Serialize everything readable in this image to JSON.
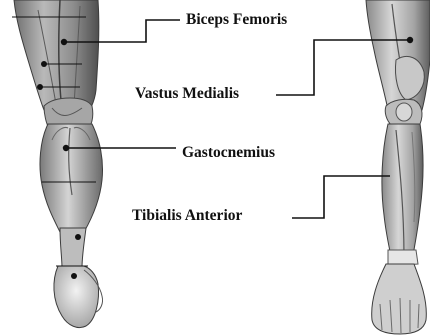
{
  "labels": {
    "biceps_femoris": "Biceps Femoris",
    "vastus_medialis": "Vastus Medialis",
    "gastrocnemius": "Gastocnemius",
    "tibialis_anterior": "Tibialis Anterior"
  },
  "colors": {
    "background": "#ffffff",
    "skin_light": "#d9d9d9",
    "skin_mid": "#9a9a9a",
    "skin_dark": "#4a4a4a",
    "leader_line": "#111111"
  },
  "figures": [
    "posterior-leg-illustration",
    "anterior-leg-illustration"
  ]
}
